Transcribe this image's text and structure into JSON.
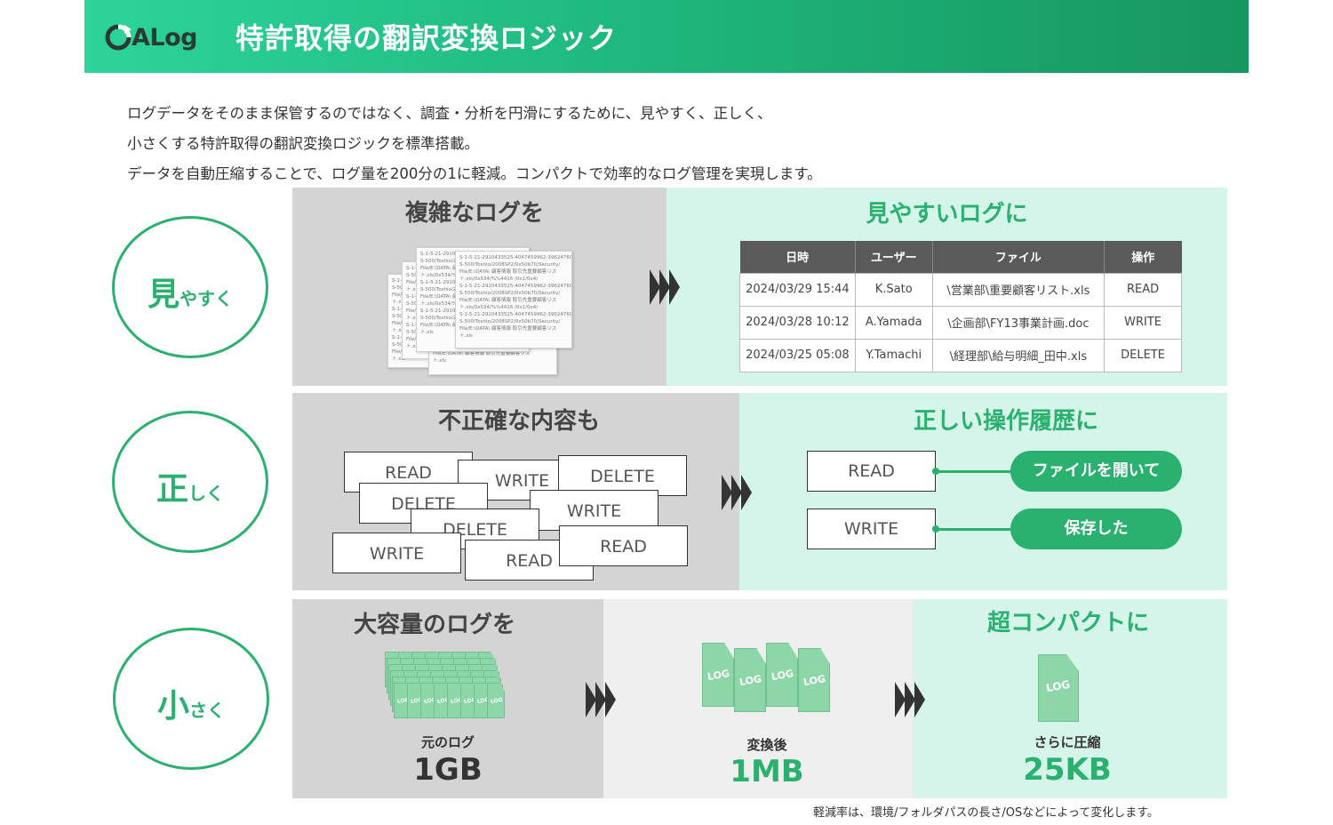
{
  "header": {
    "logo": "ALog",
    "title": "特許取得の翻訳変換ロジック"
  },
  "intro": [
    "ログデータをそのまま保管するのではなく、調査・分析を円滑にするために、見やすく、正しく、",
    "小さくする特許取得の翻訳変換ロジックを標準搭載。",
    "データを自動圧縮することで、ログ量を200分の1に軽減。コンパクトで効率的なログ管理を実現します。"
  ],
  "rows": {
    "readable": {
      "circle_big": "見",
      "circle_small": "やすく",
      "left_title": "複雑なログを",
      "right_title": "見やすいログに",
      "raw_log": "S-1-5-21-2910433525-4047459962-396247609\nS-500/Toshio/2008SP2/0x50b70/Security/\nFile/E:\\DATA\\ 顧客情報 取引先重要顧客リス\nト.xls/0x534/%%4416 /0x1/0x4/\nS-1-5-21-2910433525-4047459962-396247609\nS-500/Toshio/2008SP2/0x50b70/Security/\nFile/E:\\DATA\\ 顧客情報 取引先重要顧客リス\nト.xls/0x534/%%4416 /0x1/0x4/\nS-1-5-21-2910433525-4047459962-396247609\nS-500/Toshio/2008SP2/0x50b70/Security/\nFile/E:\\DATA\\ 顧客情報 取引先重要顧客リス\nト.xls",
      "table": {
        "headers": [
          "日時",
          "ユーザー",
          "ファイル",
          "操作"
        ],
        "rows": [
          [
            "2024/03/29 15:44",
            "K.Sato",
            "\\営業部\\重要顧客リスト.xls",
            "READ"
          ],
          [
            "2024/03/28 10:12",
            "A.Yamada",
            "\\企画部\\FY13事業計画.doc",
            "WRITE"
          ],
          [
            "2024/03/25 05:08",
            "Y.Tamachi",
            "\\経理部\\給与明細_田中.xls",
            "DELETE"
          ]
        ]
      }
    },
    "correct": {
      "circle_big": "正",
      "circle_small": "しく",
      "left_title": "不正確な内容も",
      "right_title": "正しい操作履歴に",
      "scattered": [
        "READ",
        "WRITE",
        "DELETE",
        "DELETE",
        "WRITE",
        "DELETE",
        "WRITE",
        "READ",
        "READ"
      ],
      "mapping": [
        {
          "op": "READ",
          "meaning": "ファイルを開いて"
        },
        {
          "op": "WRITE",
          "meaning": "保存した"
        }
      ]
    },
    "small": {
      "circle_big": "小",
      "circle_small": "さく",
      "left_title": "大容量のログを",
      "right_title": "超コンパクトに",
      "file_label": "LOG",
      "stages": [
        {
          "caption": "元のログ",
          "size": "1GB"
        },
        {
          "caption": "変換後",
          "size": "1MB"
        },
        {
          "caption": "さらに圧縮",
          "size": "25KB"
        }
      ]
    }
  },
  "note": "軽減率は、環境/フォルダパスの長さ/OSなどによって変化します。",
  "colors": {
    "accent": "#2ab06f",
    "header_start": "#2dd499",
    "header_end": "#17965f",
    "mint": "#d5f5ea",
    "gray": "#d4d4d4"
  }
}
